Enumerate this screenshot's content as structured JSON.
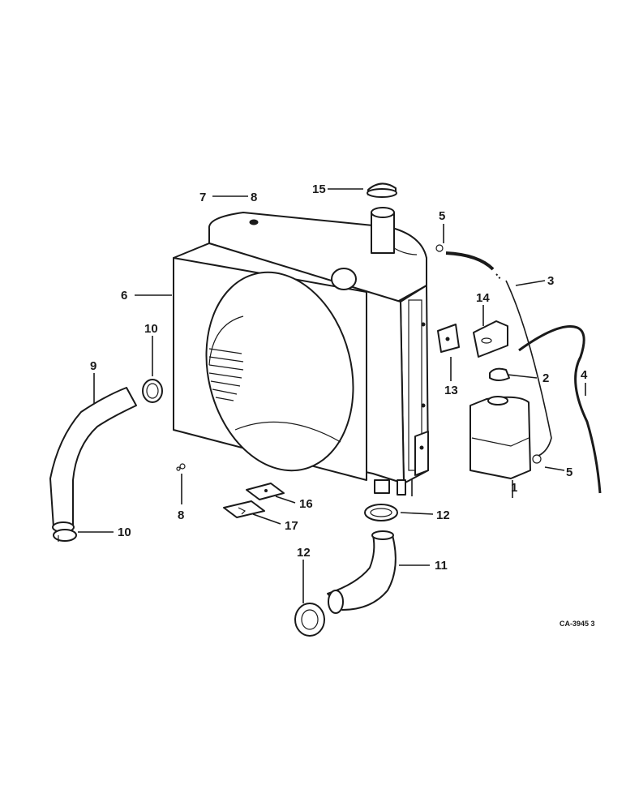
{
  "figure_code": "CA-3945 3",
  "callouts": [
    {
      "id": "1",
      "text": "1"
    },
    {
      "id": "2",
      "text": "2"
    },
    {
      "id": "3",
      "text": "3"
    },
    {
      "id": "4",
      "text": "4"
    },
    {
      "id": "5a",
      "text": "5"
    },
    {
      "id": "5b",
      "text": "5"
    },
    {
      "id": "6",
      "text": "6"
    },
    {
      "id": "7",
      "text": "7"
    },
    {
      "id": "8a",
      "text": "8"
    },
    {
      "id": "8b",
      "text": "8"
    },
    {
      "id": "9",
      "text": "9"
    },
    {
      "id": "10a",
      "text": "10"
    },
    {
      "id": "10b",
      "text": "10"
    },
    {
      "id": "11",
      "text": "11"
    },
    {
      "id": "12a",
      "text": "12"
    },
    {
      "id": "12b",
      "text": "12"
    },
    {
      "id": "13",
      "text": "13"
    },
    {
      "id": "14",
      "text": "14"
    },
    {
      "id": "15",
      "text": "15"
    },
    {
      "id": "16",
      "text": "16"
    },
    {
      "id": "17",
      "text": "17"
    }
  ]
}
